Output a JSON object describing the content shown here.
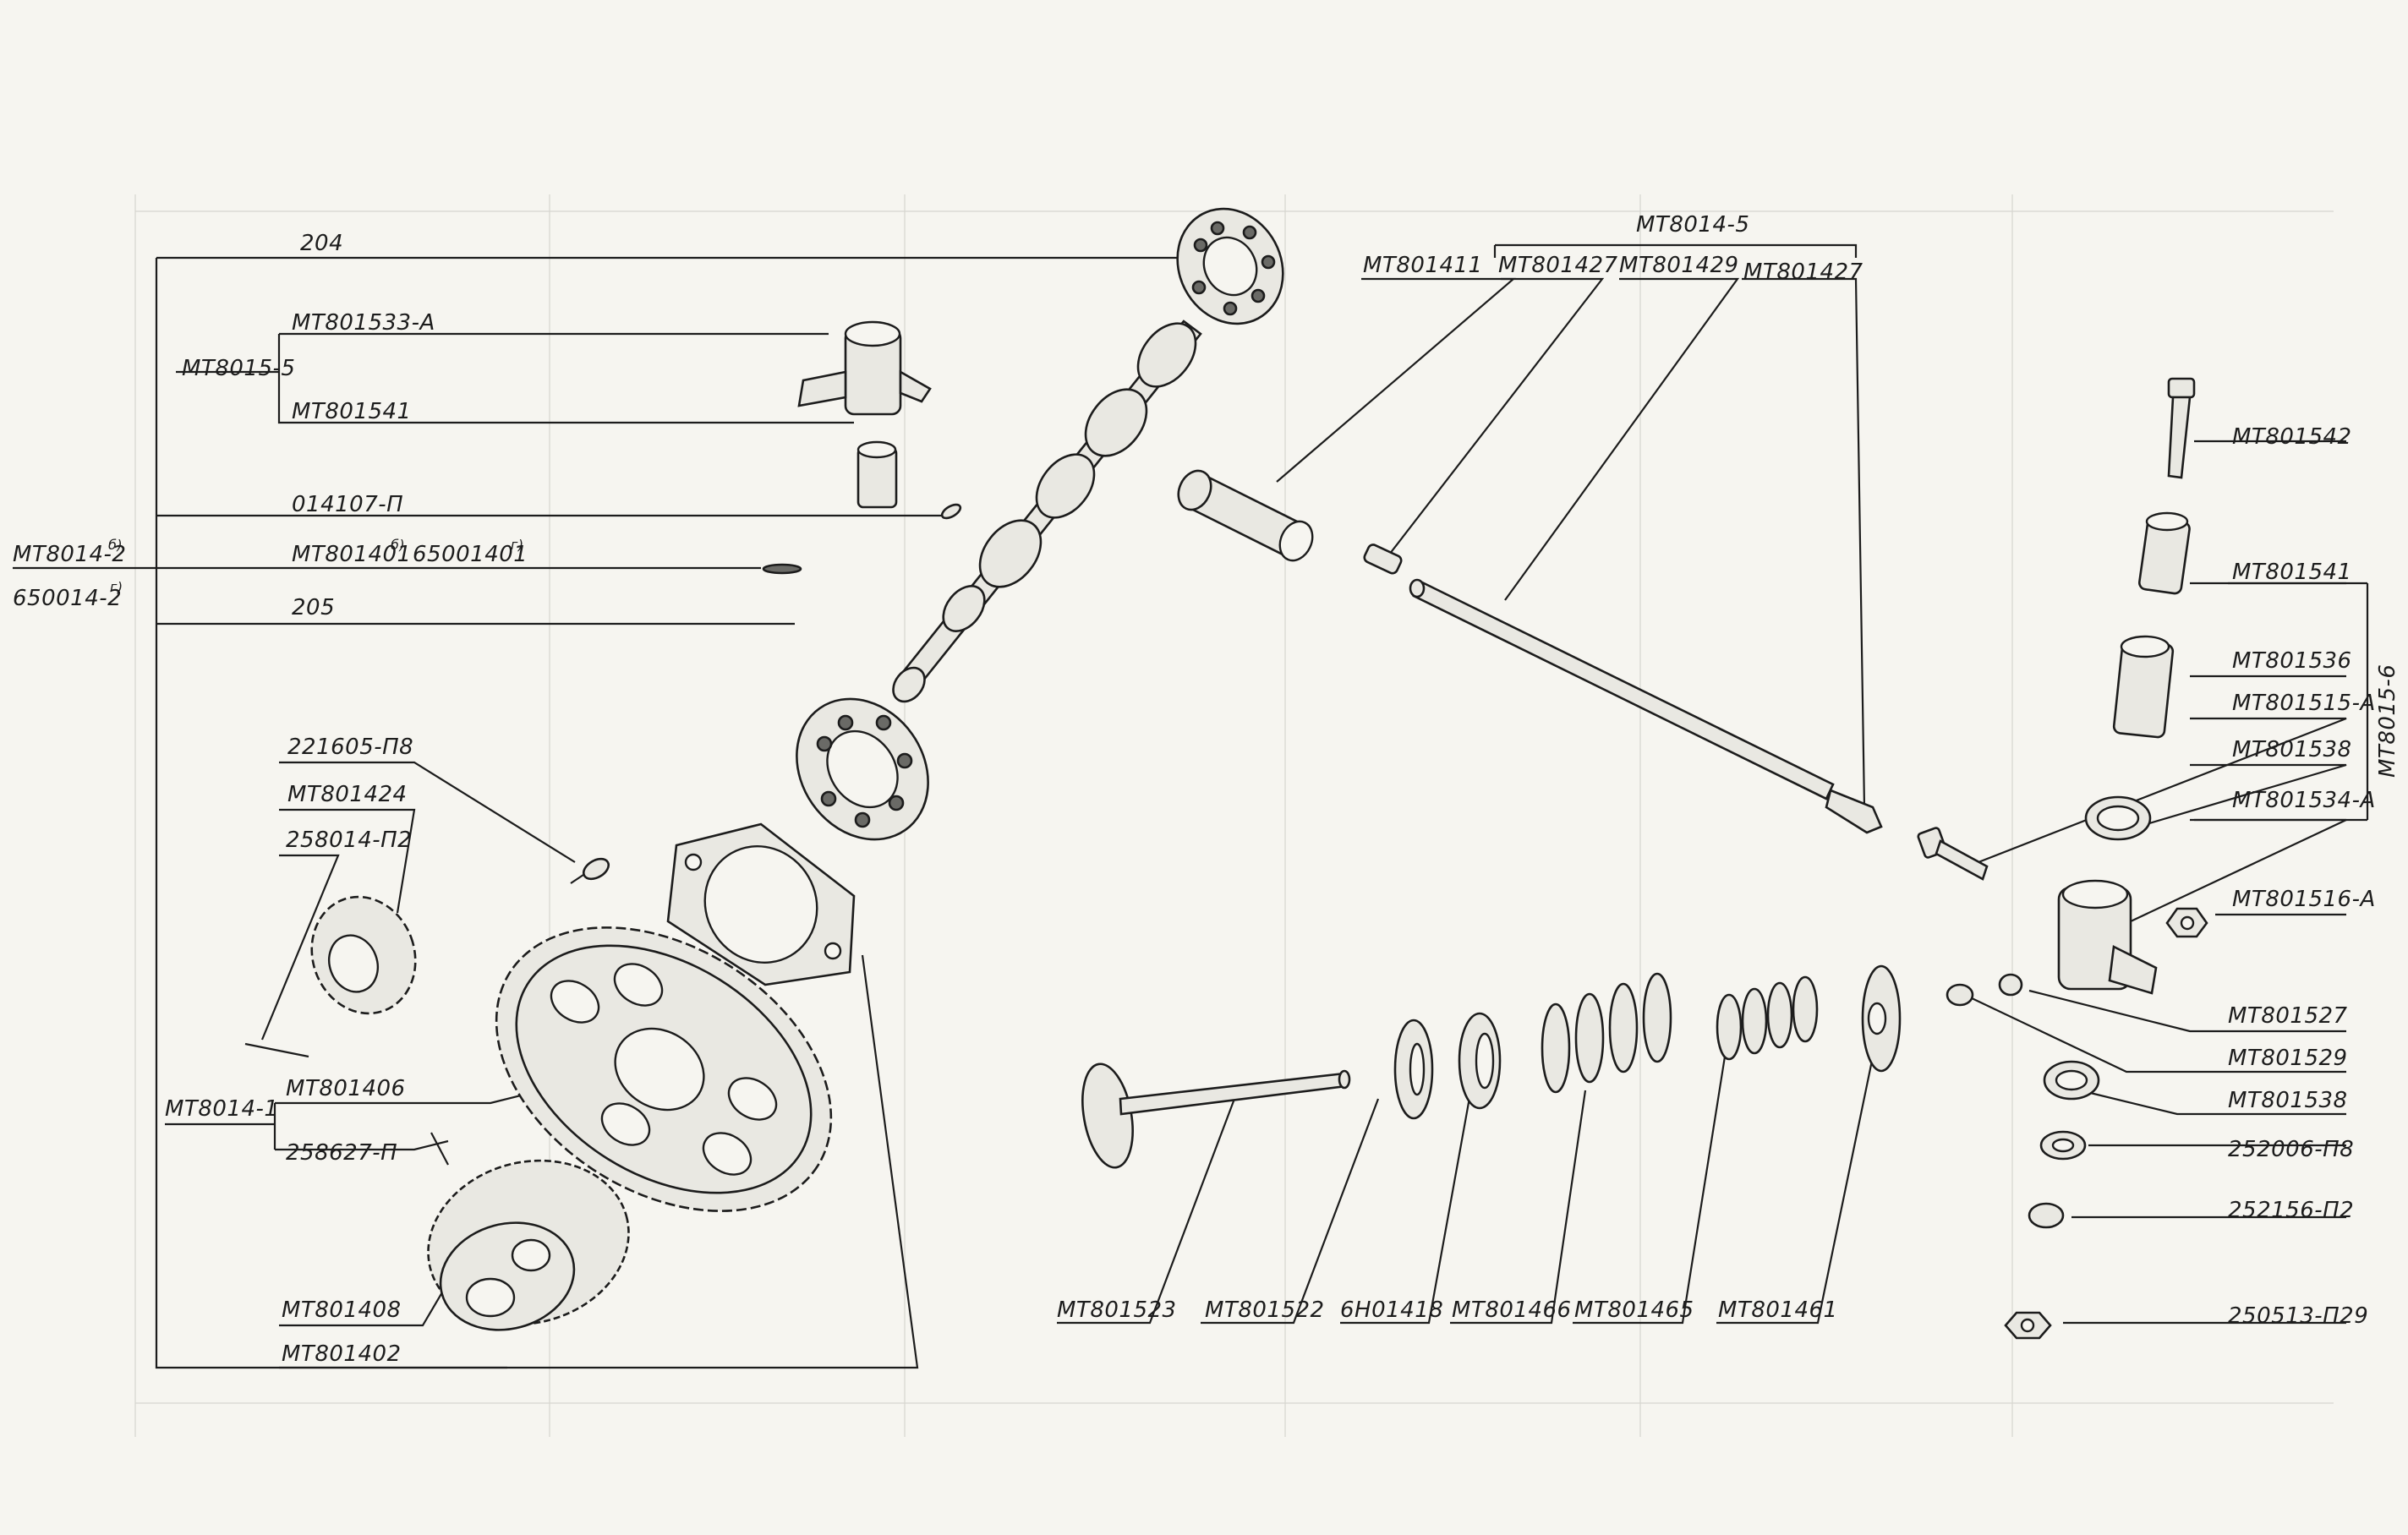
{
  "diagram": {
    "labels": {
      "p204": "204",
      "mt801533a": "MT801533-A",
      "mt8015_5": "MT8015-5",
      "mt801541_left": "MT801541",
      "p014107": "014107-П",
      "mt8014_2": "MT8014-2",
      "mt8014_2_sup": "б)",
      "p650014_2": "650014-2",
      "p650014_2_sup": "г)",
      "mt801401": "MT801401",
      "mt801401_sup": "б)",
      "p65001401": "65001401",
      "p65001401_sup": "г)",
      "p205": "205",
      "p221605": "221605-П8",
      "mt801424": "MT801424",
      "p258014": "258014-П2",
      "mt8014_1": "MT8014-1",
      "mt801406": "MT801406",
      "p258627": "258627-П",
      "mt801408": "MT801408",
      "mt801402": "MT801402",
      "mt8014_5": "MT8014-5",
      "mt801411": "MT801411",
      "mt801427_a": "MT801427",
      "mt801429": "MT801429",
      "mt801427_b": "MT801427",
      "mt801542": "MT801542",
      "mt801541_right": "MT801541",
      "mt801536": "MT801536",
      "mt801515a": "MT801515-A",
      "mt801538_a": "MT801538",
      "mt801534a": "MT801534-A",
      "mt8015_6": "MT8015-6",
      "mt801516a": "MT801516-A",
      "mt801527": "MT801527",
      "mt801529": "MT801529",
      "mt801538_b": "MT801538",
      "p252006": "252006-П8",
      "p252156": "252156-П2",
      "p250513": "250513-П29",
      "mt801523": "MT801523",
      "mt801522": "MT801522",
      "p6h01418": "6Н01418",
      "mt801466": "MT801466",
      "mt801465": "MT801465",
      "mt801461": "MT801461"
    }
  }
}
